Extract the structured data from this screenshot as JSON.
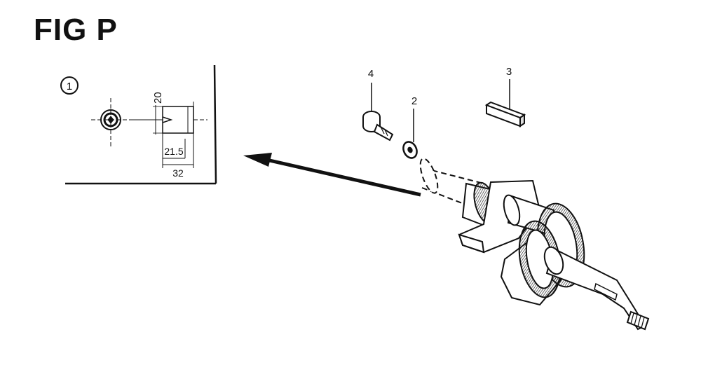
{
  "title": "FIG P",
  "detail": {
    "callout": "1",
    "dim_height": "20",
    "dim_offset": "21.5",
    "dim_length": "32"
  },
  "parts": [
    {
      "num": "4"
    },
    {
      "num": "2"
    },
    {
      "num": "3"
    }
  ]
}
